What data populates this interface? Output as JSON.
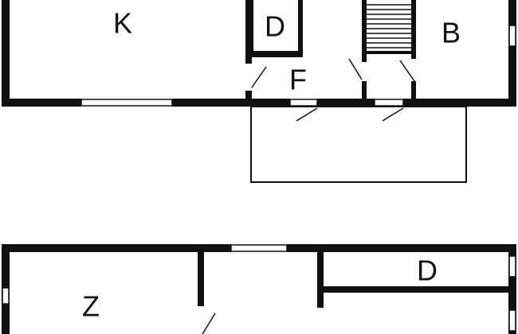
{
  "floor_upper": {
    "rooms": {
      "kitchen": "K",
      "closet": "D",
      "hall": "F",
      "bath": "B"
    }
  },
  "floor_lower": {
    "rooms": {
      "room": "Z",
      "closet": "D"
    }
  }
}
